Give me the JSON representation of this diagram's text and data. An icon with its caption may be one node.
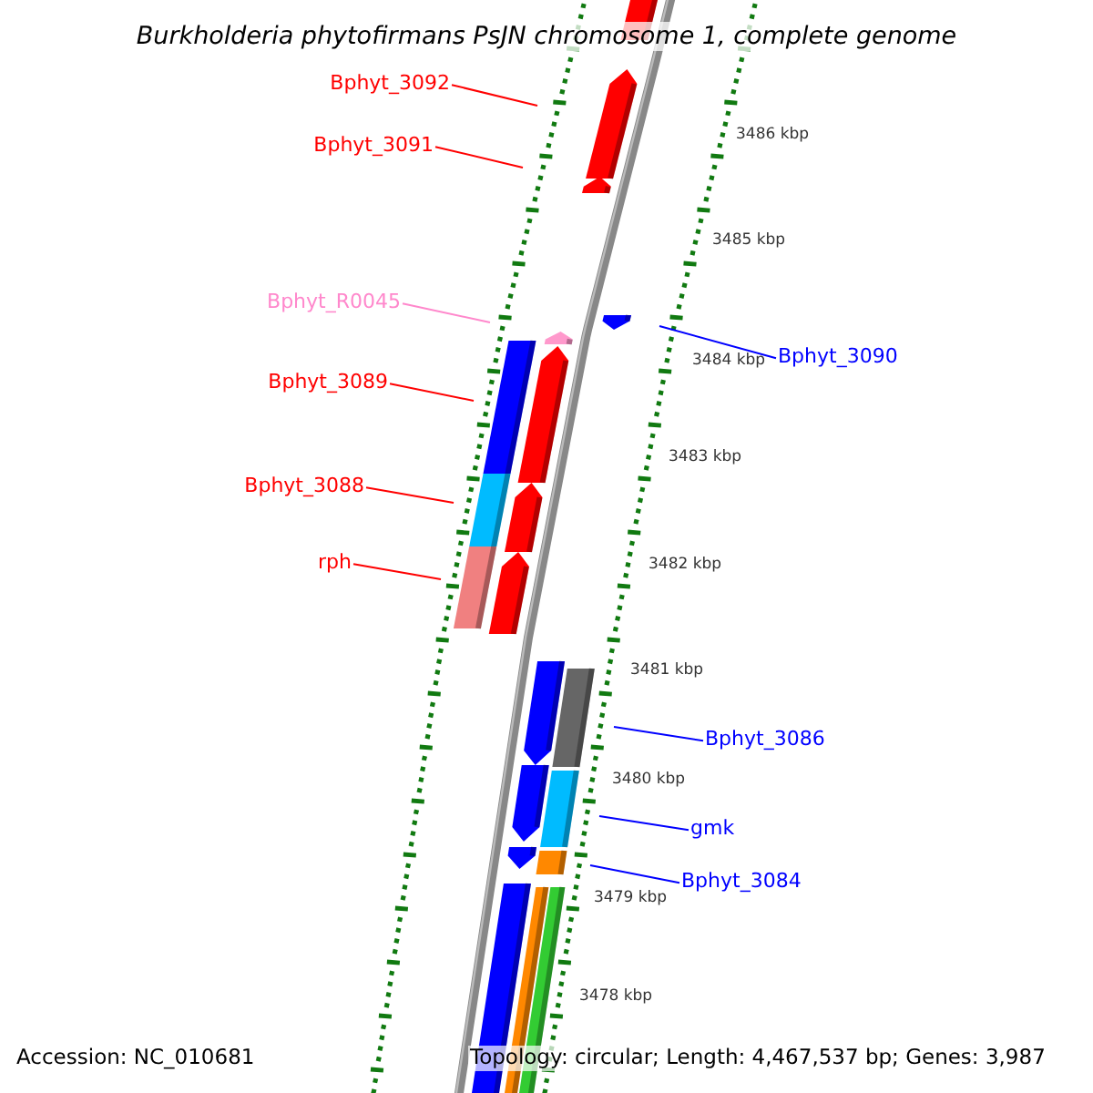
{
  "diagram": {
    "title": "Burkholderia phytofirmans PsJN chromosome 1, complete genome",
    "nodes": [
      {
        "text": [
          "Bphyt_3092"
        ]
      },
      {
        "text": [
          "Bphyt_3091"
        ]
      },
      {
        "text": [
          "Bphyt_R0045"
        ]
      },
      {
        "text": [
          "Bphyt_3090"
        ]
      },
      {
        "text": [
          "Bphyt_3089"
        ]
      },
      {
        "text": [
          "Bphyt_3088"
        ]
      },
      {
        "text": [
          "rph"
        ]
      },
      {
        "text": [
          "Bphyt_3086"
        ]
      },
      {
        "text": [
          "gmk"
        ]
      },
      {
        "text": [
          "Bphyt_3084"
        ]
      }
    ],
    "edges": [
      {
        "from": 0,
        "to": null,
        "arrow": "none"
      },
      {
        "from": 1,
        "to": null,
        "arrow": "none"
      },
      {
        "from": 2,
        "to": null,
        "arrow": "none",
        "color": "#ff88cc"
      },
      {
        "from": 3,
        "to": null,
        "arrow": "none",
        "color": "#0000ff"
      },
      {
        "from": 4,
        "to": null,
        "arrow": "none"
      },
      {
        "from": 5,
        "to": null,
        "arrow": "none"
      },
      {
        "from": 6,
        "to": null,
        "arrow": "none"
      },
      {
        "from": 7,
        "to": null,
        "arrow": "none",
        "color": "#0000ff"
      },
      {
        "from": 8,
        "to": null,
        "arrow": "none",
        "color": "#0000ff"
      },
      {
        "from": 9,
        "to": null,
        "arrow": "none",
        "color": "#0000ff"
      }
    ],
    "labels": [
      "3486 kbp",
      "3485 kbp",
      "3484 kbp",
      "3483 kbp",
      "3482 kbp",
      "3481 kbp",
      "3480 kbp",
      "3479 kbp",
      "3478 kbp",
      "Accession: NC_010681",
      "Topology: circular; Length: 4,467,537 bp; Genes: 3,987"
    ]
  }
}
